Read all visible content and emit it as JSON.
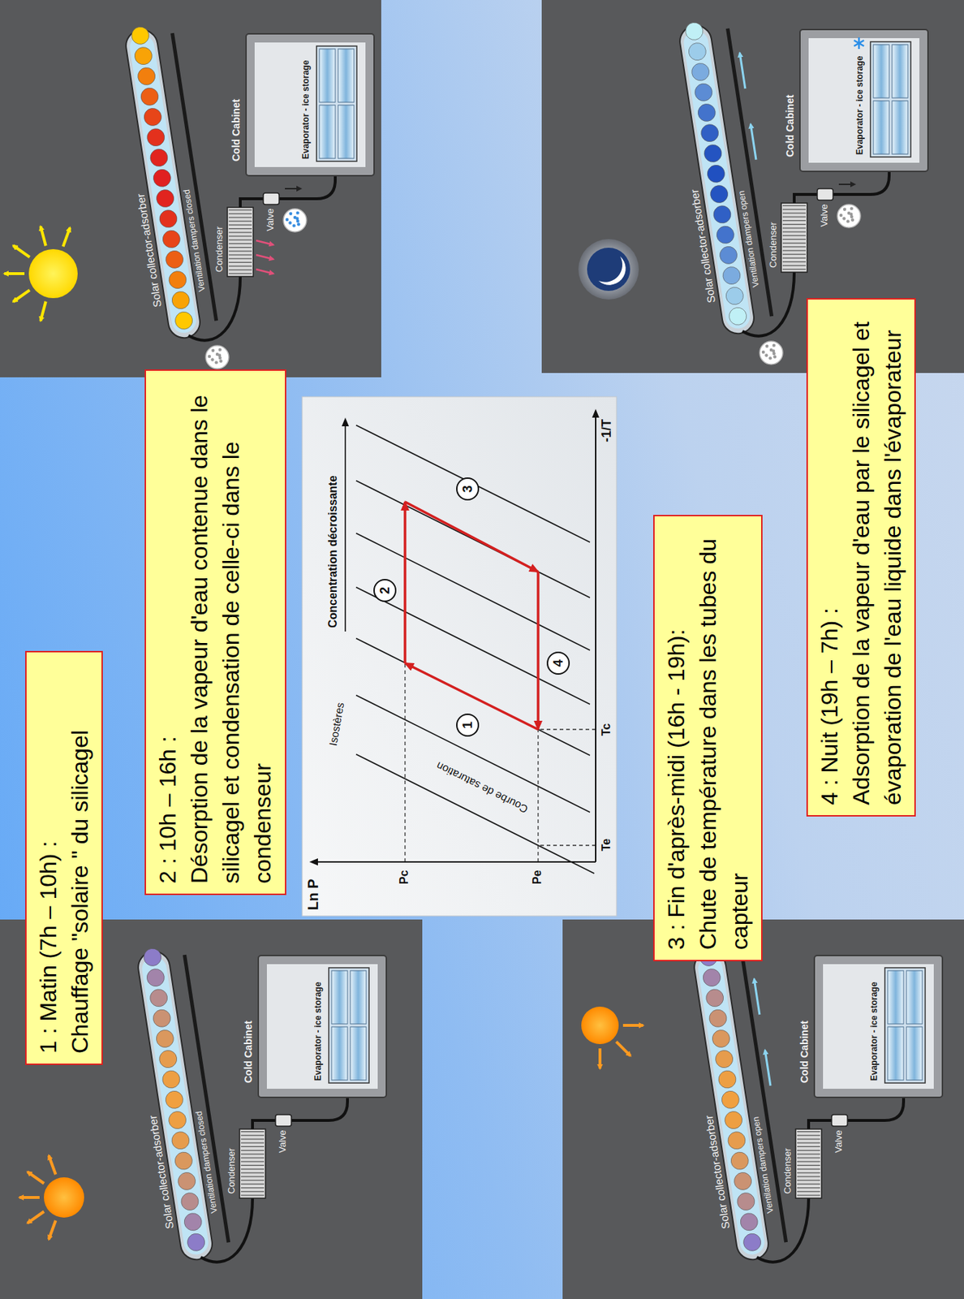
{
  "diagram": {
    "nodes": [
      {
        "text": [
          "1 : Matin (7h – 10h) :",
          "Chauffage \"solaire \" du silicagel"
        ]
      },
      {
        "text": [
          "2 : 10h – 16h :",
          "Désorption de la vapeur d'eau contenue dans le silicagel et condensation de celle-ci dans le condenseur"
        ]
      },
      {
        "text": [
          "3 : Fin d'après-midi (16h - 19h):",
          "Chute de température dans les tubes du capteur"
        ]
      },
      {
        "text": [
          "4 : Nuit (19h – 7h) :",
          "Adsorption de la vapeur d'eau par le silicagel et évaporation de l'eau liquide dans l'évaporateur"
        ]
      }
    ],
    "labels": [
      "Solar collector-adsorber",
      "Ventilation dampers closed",
      "Condenser",
      "Valve",
      "Cold Cabinet",
      "Evaporator - ice storage",
      "Solar collector-adsorber",
      "Ventilation dampers closed",
      "Condenser",
      "Valve",
      "Cold Cabinet",
      "Evaporator - ice storage",
      "Ln P",
      "Pc",
      "Pe",
      "Te",
      "Tc",
      "-1/T",
      "Isostères",
      "Concentration décroissante",
      "Courbe de saturation",
      "1",
      "2",
      "3",
      "4",
      "Solar collector-adsorber",
      "Ventilation dampers open",
      "Condenser",
      "Valve",
      "Cold Cabinet",
      "Evaporator - ice storage",
      "Solar collector-adsorber",
      "Ventilation dampers open",
      "Condenser",
      "Valve",
      "Cold Cabinet",
      "Evaporator - ice storage"
    ]
  }
}
